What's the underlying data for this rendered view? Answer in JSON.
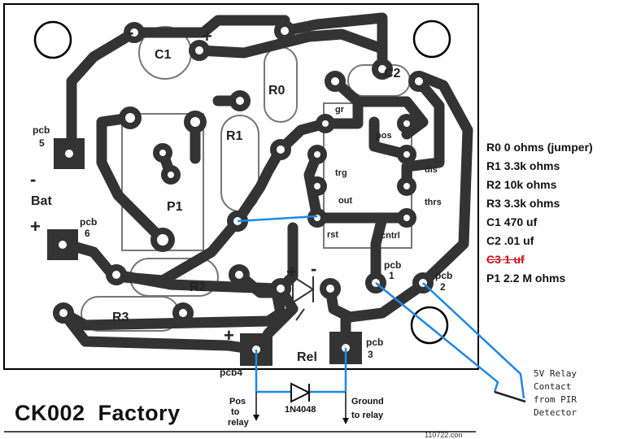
{
  "title": "CK002  Factory",
  "footnote": "110722.con",
  "parts_list": [
    {
      "text": "R0 0 ohms (jumper)",
      "struck": false
    },
    {
      "text": "R1 3.3k ohms",
      "struck": false
    },
    {
      "text": "R2 10k ohms",
      "struck": false
    },
    {
      "text": "R3 3.3k ohms",
      "struck": false
    },
    {
      "text": "C1 470 uf",
      "struck": false
    },
    {
      "text": "C2 .01 uf",
      "struck": false
    },
    {
      "text": "C3 1 uf",
      "struck": true
    },
    {
      "text": "P1 2.2 M ohms",
      "struck": false
    }
  ],
  "components": {
    "c1": "C1",
    "c2": "C2",
    "r0": "R0",
    "r1": "R1",
    "r2": "R2",
    "r3": "R3",
    "p1": "P1",
    "rel": "Rel"
  },
  "polarity": {
    "c1_minus": "-",
    "c1_plus": "+",
    "bat_minus": "-",
    "bat_plus": "+",
    "led_plus": "+",
    "led_minus": "-",
    "rel_plus": "+"
  },
  "battery_label": "Bat",
  "pcb_pads": {
    "pcb5": [
      "pcb",
      "5"
    ],
    "pcb6": [
      "pcb",
      "6"
    ],
    "pcb1": [
      "pcb",
      "1"
    ],
    "pcb2": [
      "pcb",
      "2"
    ],
    "pcb3": [
      "pcb",
      "3"
    ],
    "pcb4": "pcb4"
  },
  "ic_pins": {
    "gr": "gr",
    "trg": "trg",
    "out": "out",
    "rst": "rst",
    "pos": "pos",
    "dis": "dis",
    "thrs": "thrs",
    "cntrl": "cntrl"
  },
  "annotations": {
    "pos_relay": [
      "Pos",
      "to",
      "relay"
    ],
    "diode": "1N4048",
    "ground_relay": [
      "Ground",
      "to relay"
    ],
    "relay_contact": [
      "5V Relay",
      "Contact",
      "from PIR",
      "Detector"
    ]
  }
}
